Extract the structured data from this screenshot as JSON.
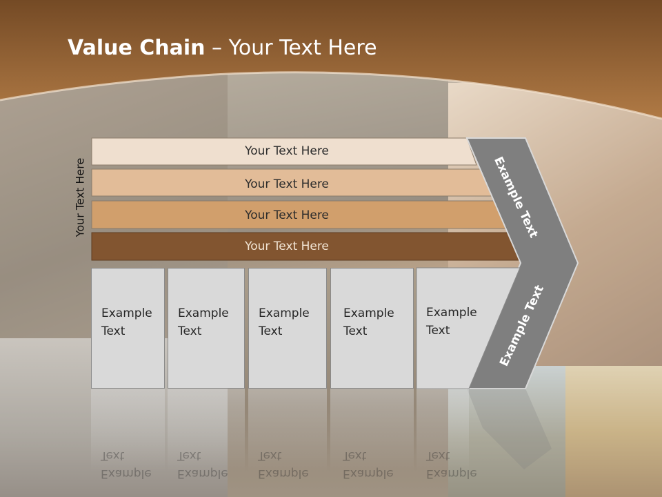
{
  "slide": {
    "title_bold": "Value Chain",
    "title_rest": " – Your Text Here",
    "vertical_label": "Your Text Here"
  },
  "rows": [
    {
      "label": "Your Text Here",
      "color": "#efdfcf"
    },
    {
      "label": "Your Text Here",
      "color": "#e2bc98"
    },
    {
      "label": "Your Text Here",
      "color": "#d19f6c"
    },
    {
      "label": "Your Text Here",
      "color": "#825530"
    }
  ],
  "boxes": [
    {
      "label": "Example Text"
    },
    {
      "label": "Example Text"
    },
    {
      "label": "Example Text"
    },
    {
      "label": "Example Text"
    },
    {
      "label": "Example Text"
    }
  ],
  "arrow": {
    "upper_label": "Example Text",
    "lower_label": "Example Text",
    "color": "#7f7f7f"
  },
  "colors": {
    "header_brown": "#7b4f28",
    "box_gray": "#d9d9d9"
  }
}
